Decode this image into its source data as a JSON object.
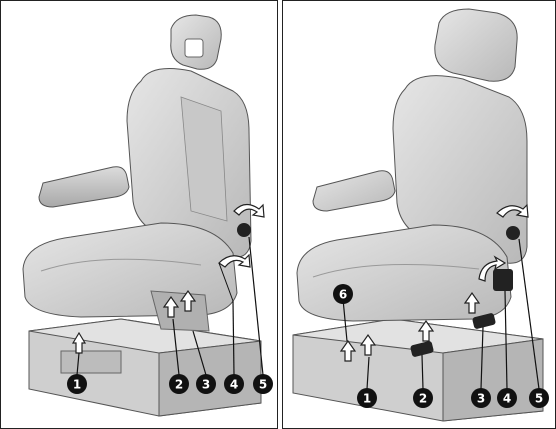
{
  "left_panel": {
    "callouts": [
      "1",
      "2",
      "3",
      "4",
      "5"
    ]
  },
  "right_panel": {
    "callouts": [
      "1",
      "2",
      "3",
      "4",
      "5",
      "6"
    ]
  },
  "colors": {
    "seat": "#d6d6d6",
    "seat_shadow": "#a9a9a9",
    "outline": "#555555",
    "callout_fill": "#111111",
    "arrow_fill": "#ffffff"
  }
}
